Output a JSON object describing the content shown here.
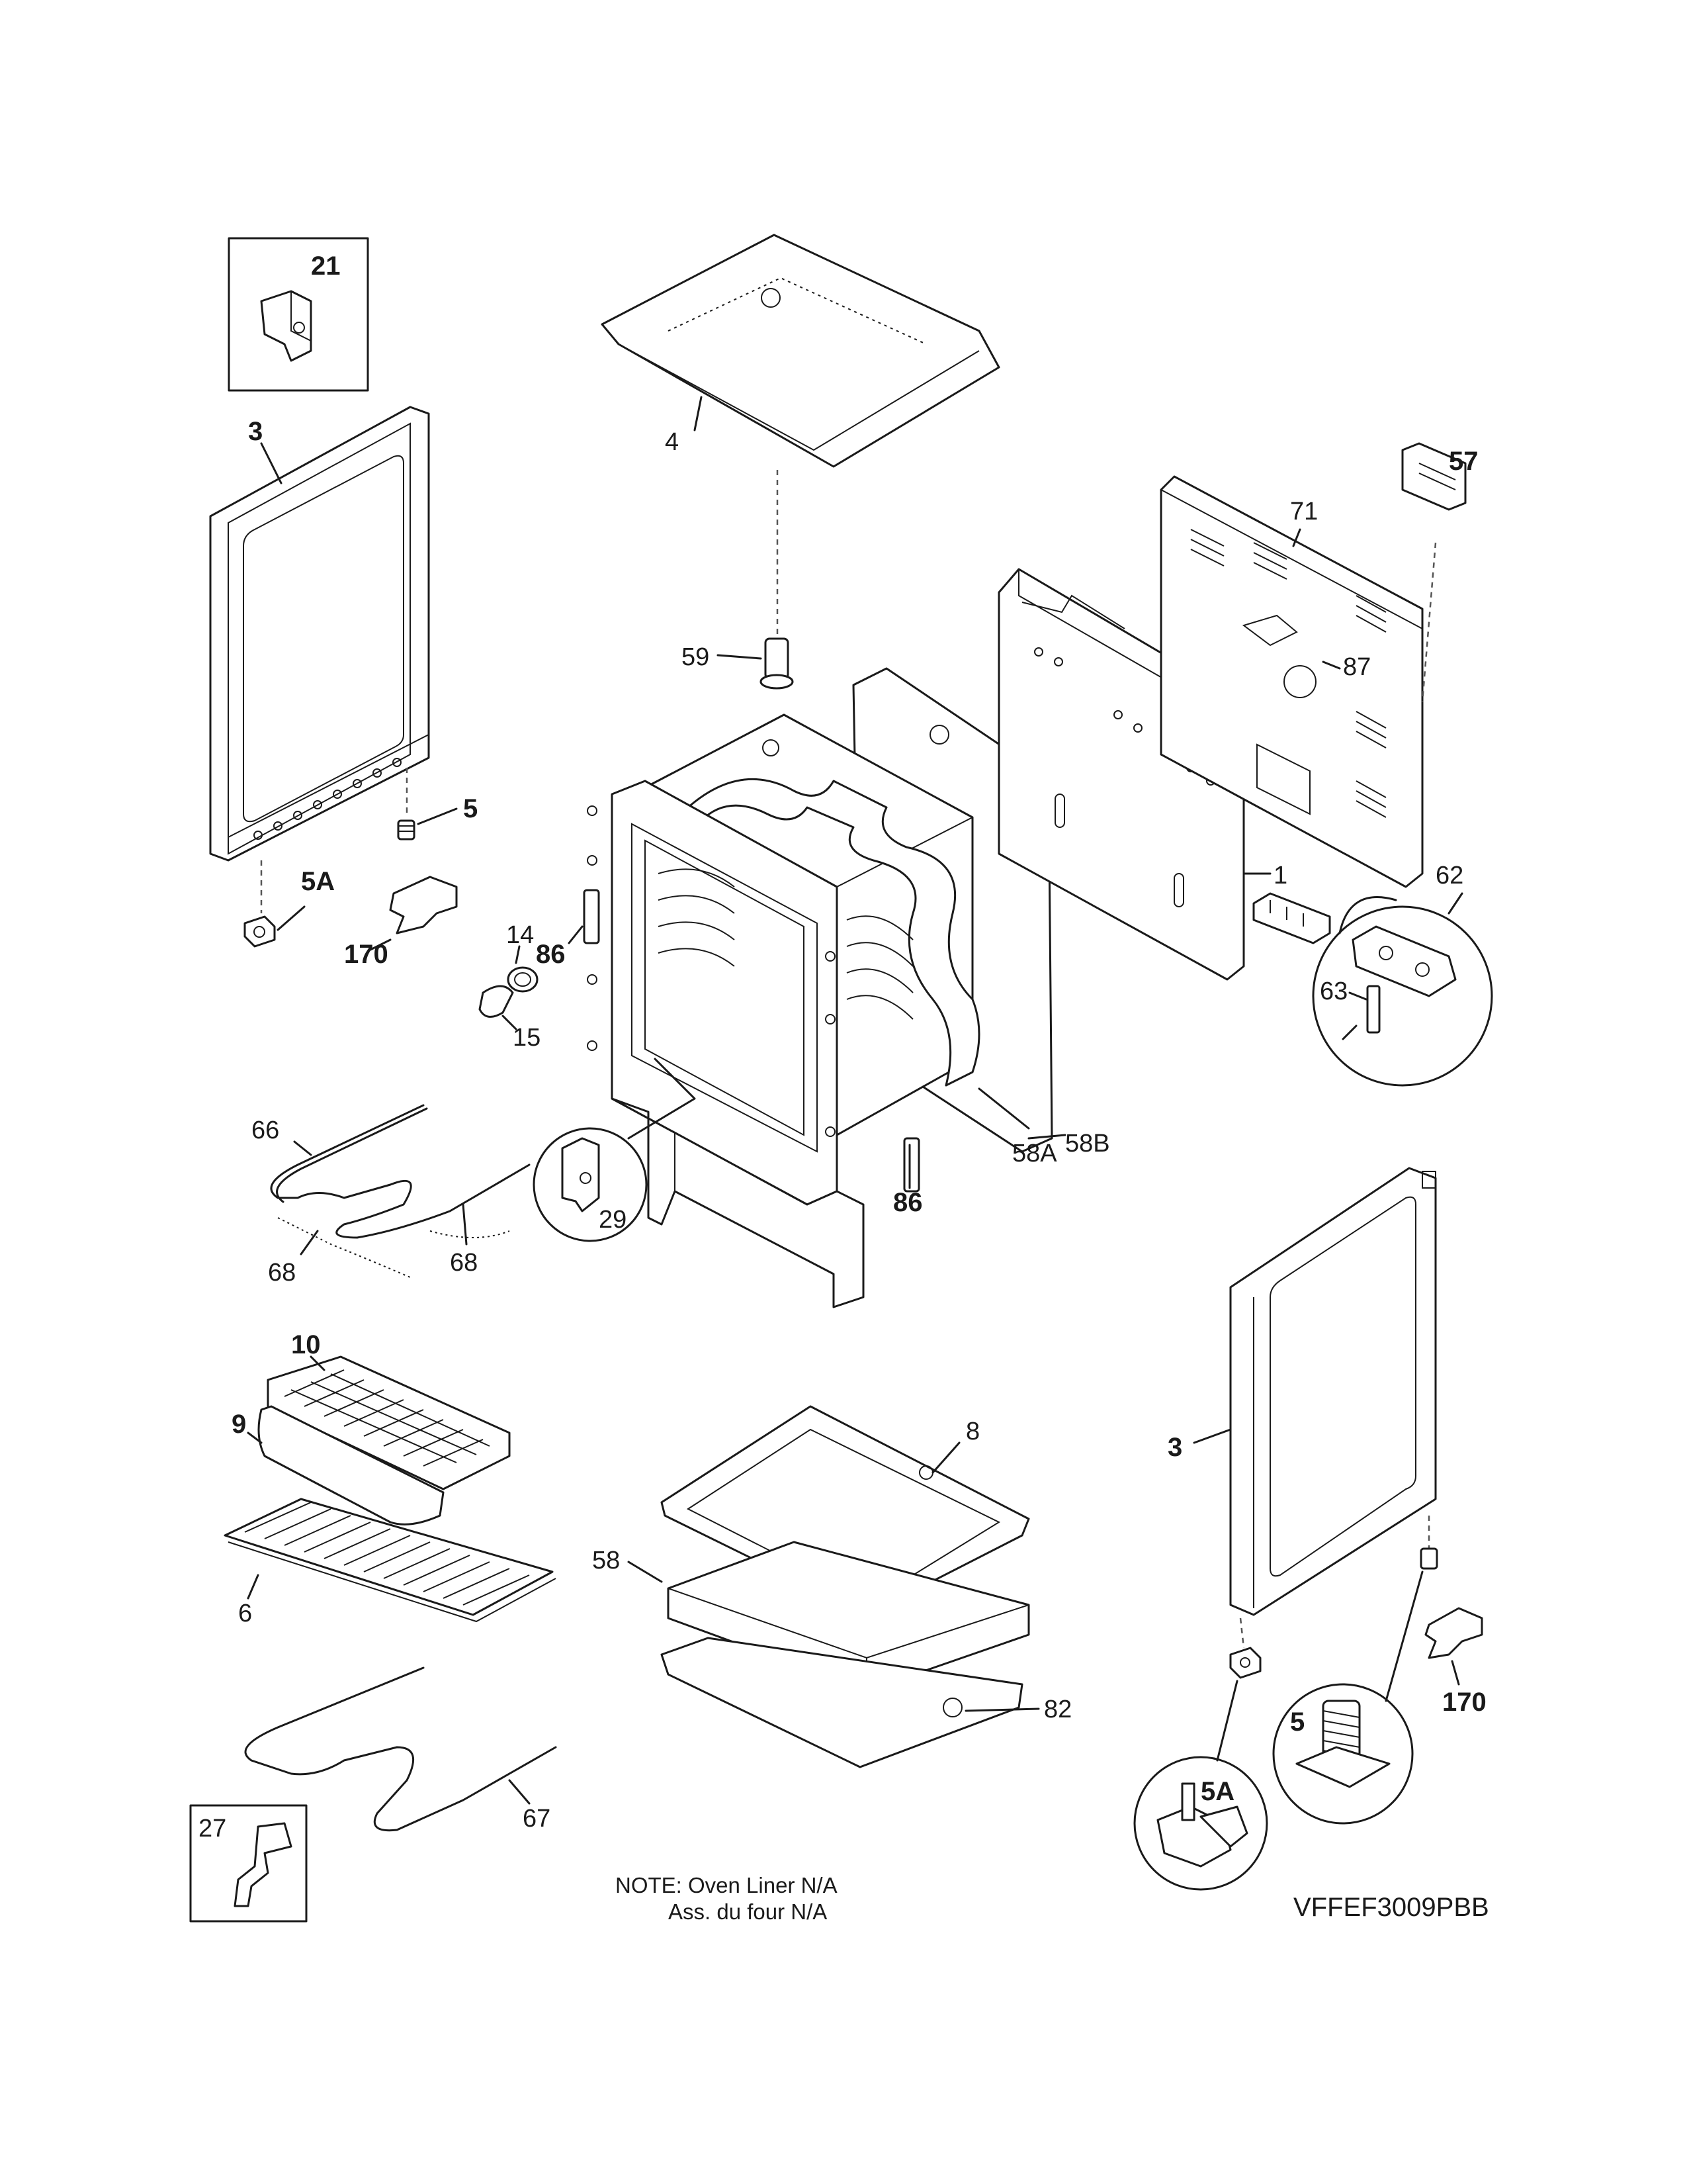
{
  "labels": {
    "l21": "21",
    "l4": "4",
    "l3a": "3",
    "l57": "57",
    "l71": "71",
    "l87": "87",
    "l59": "59",
    "l1": "1",
    "l62": "62",
    "l63": "63",
    "l5a": "5",
    "l5Aa": "5A",
    "l170a": "170",
    "l14": "14",
    "l86a": "86",
    "l15": "15",
    "l58A": "58A",
    "l58B": "58B",
    "l86b": "86",
    "l66": "66",
    "l29": "29",
    "l68a": "68",
    "l68b": "68",
    "l10": "10",
    "l9": "9",
    "l6": "6",
    "l8": "8",
    "l58": "58",
    "l82": "82",
    "l67": "67",
    "l27": "27",
    "l3b": "3",
    "l170b": "170",
    "l5b": "5",
    "l5Ab": "5A"
  },
  "note": {
    "line1": "NOTE: Oven Liner N/A",
    "line2": "Ass. du four N/A"
  },
  "model": "VFFEF3009PBB"
}
